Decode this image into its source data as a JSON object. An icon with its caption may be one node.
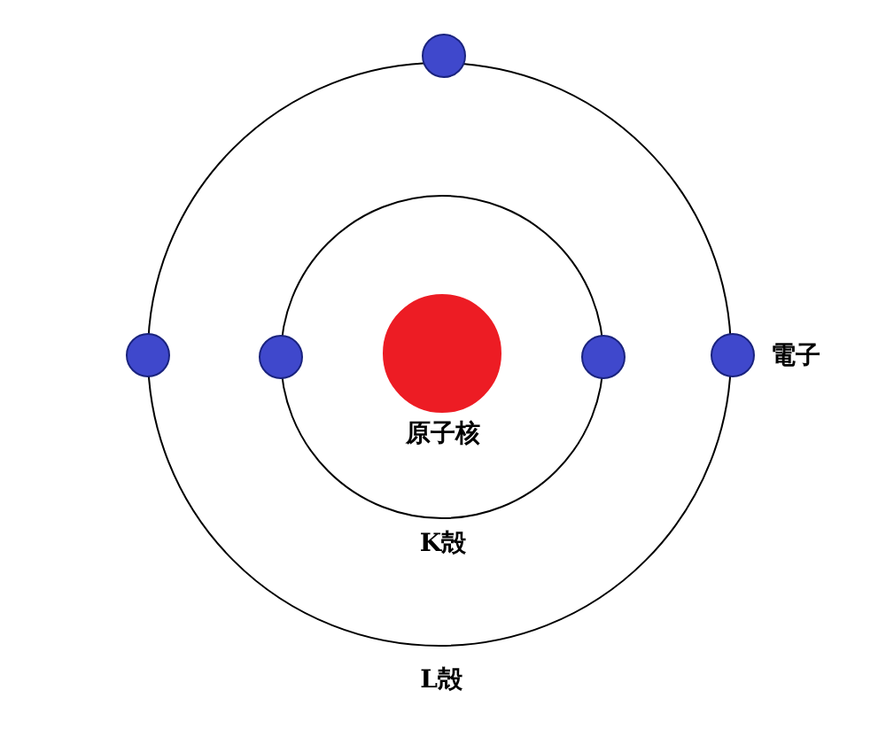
{
  "diagram": {
    "nodes": [
      {
        "text": [
          "L殻"
        ]
      },
      {
        "text": [
          "K殻"
        ],
        "in": 0
      },
      {
        "text": [
          "原子核"
        ],
        "in": 1
      },
      {
        "text": [],
        "shape": "circle"
      },
      {
        "text": [],
        "shape": "circle"
      },
      {
        "text": [],
        "shape": "circle",
        "in": 0
      },
      {
        "text": [],
        "shape": "circle",
        "in": 0
      },
      {
        "text": [],
        "shape": "circle",
        "beside": [
          "電子"
        ]
      }
    ]
  }
}
